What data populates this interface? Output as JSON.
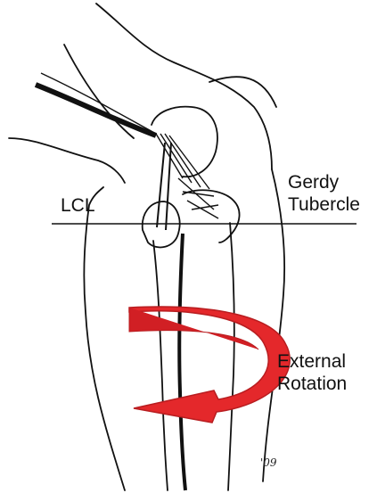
{
  "labels": {
    "lcl": "LCL",
    "gerdy_line1": "Gerdy",
    "gerdy_line2": "Tubercle",
    "external_line1": "External",
    "external_line2": "Rotation"
  },
  "signature": "'09",
  "colors": {
    "arrow": "#e4282b",
    "arrow_dark": "#b81d20",
    "ink": "#111111"
  }
}
